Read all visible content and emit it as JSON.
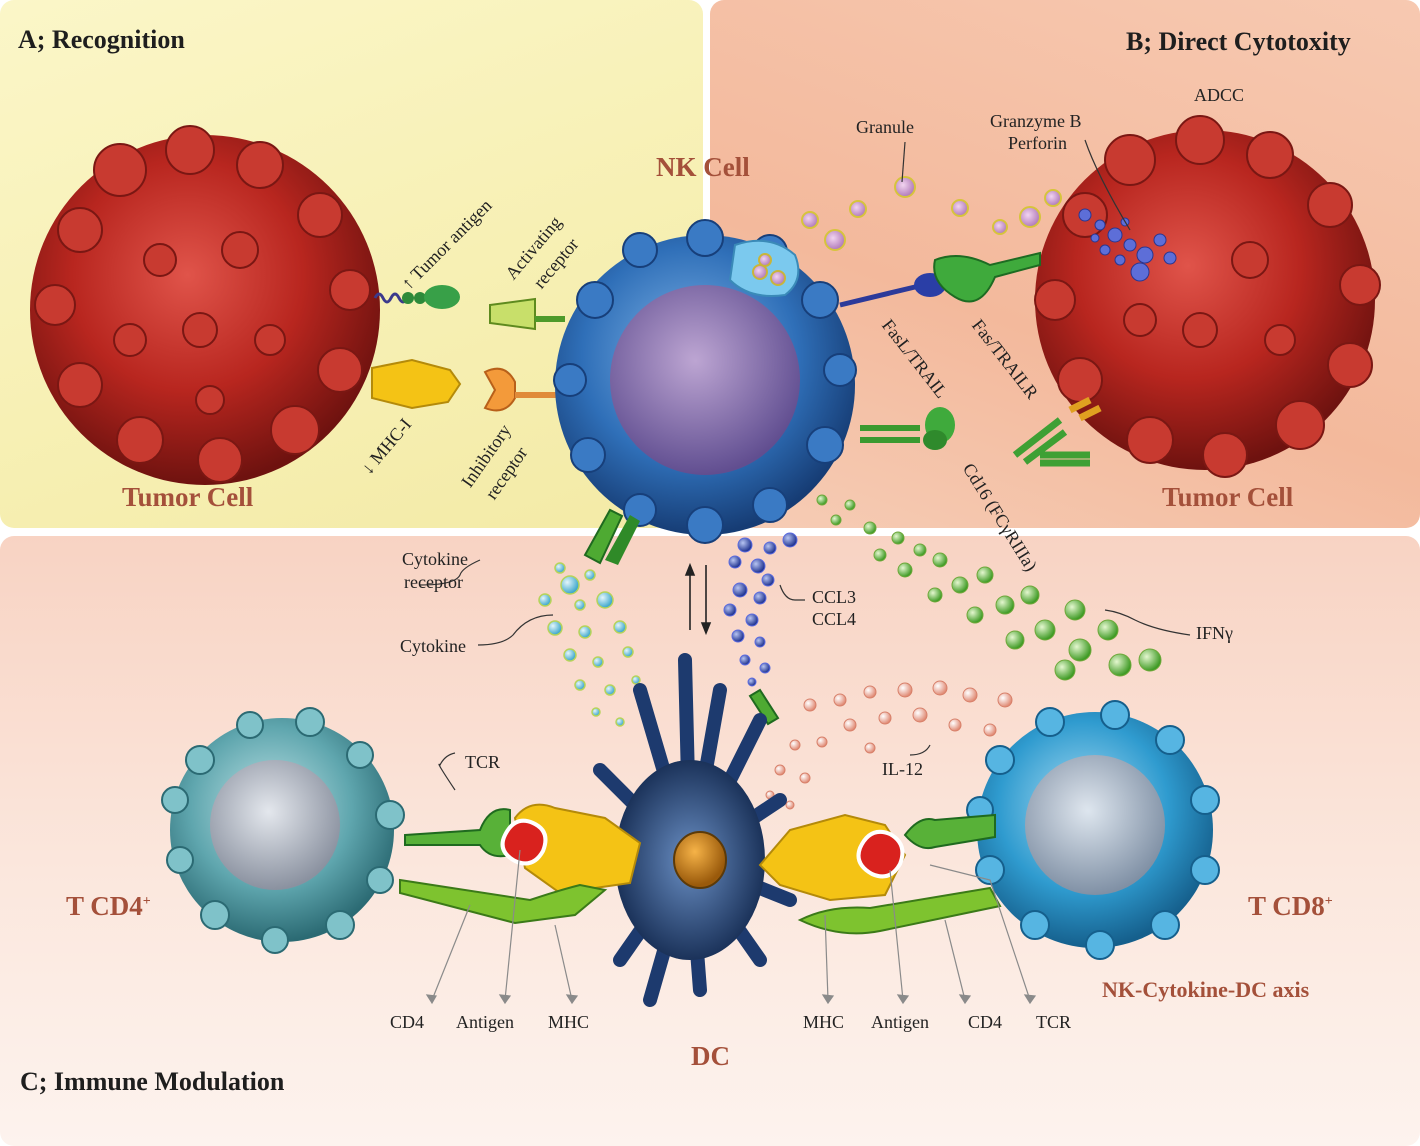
{
  "panels": {
    "a": {
      "title": "A; Recognition"
    },
    "b": {
      "title": "B; Direct Cytotoxity"
    },
    "c": {
      "title": "C; Immune Modulation"
    }
  },
  "cells": {
    "nk": "NK Cell",
    "tumor_left": "Tumor Cell",
    "tumor_right": "Tumor Cell",
    "t_cd4": "T CD4",
    "t_cd4_sup": "+",
    "t_cd8": "T CD8",
    "t_cd8_sup": "+",
    "dc": "DC",
    "axis": "NK-Cytokine-DC axis"
  },
  "labels": {
    "tumor_antigen": "↑ Tumor antigen",
    "activating_receptor_1": "Activating",
    "activating_receptor_2": "receptor",
    "mhc_i": "↓ MHC-I",
    "inhibitory_receptor_1": "Inhibitory",
    "inhibitory_receptor_2": "receptor",
    "granule": "Granule",
    "granzyme": "Granzyme B",
    "perforin": "Perforin",
    "adcc": "ADCC",
    "fasl": "FasL/TRAIL",
    "fas": "Fas/TRAILR",
    "cd16": "Cd16 (FCγRIIIa)",
    "cytokine_receptor_1": "Cytokine",
    "cytokine_receptor_2": "receptor",
    "cytokine": "Cytokine",
    "ccl3": "CCL3",
    "ccl4": "CCL4",
    "ifng": "IFNγ",
    "il12": "IL-12",
    "tcr_left": "TCR",
    "cd4_left": "CD4",
    "antigen_left": "Antigen",
    "mhc_left": "MHC",
    "mhc_right": "MHC",
    "antigen_right": "Antigen",
    "cd4_right": "CD4",
    "tcr_right": "TCR"
  },
  "colors": {
    "tumor": "#b8261f",
    "nk": "#2f6fb8",
    "title_brown": "#a4503a",
    "receptor_green": "#3e9a2c",
    "mhc_yellow": "#f2c417",
    "cytokine_blue": "#58b7d6",
    "ccl_blue": "#2d49b0",
    "ifn_green": "#54b93a",
    "il12_orange": "#e6977f"
  }
}
